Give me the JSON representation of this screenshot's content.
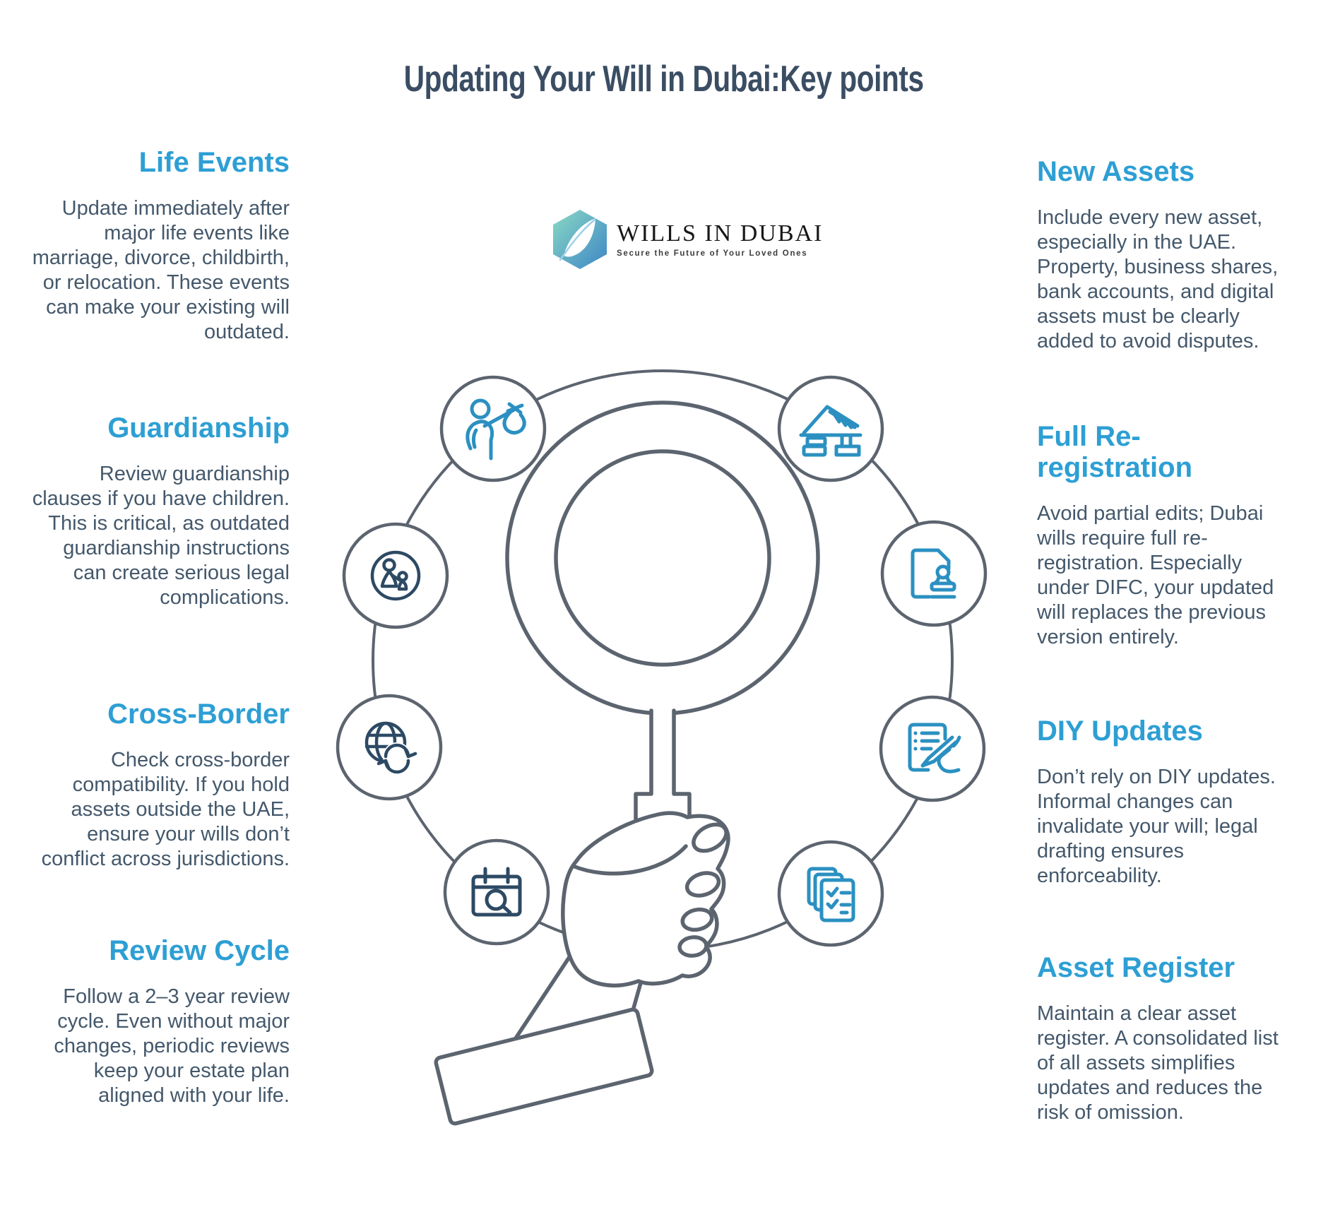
{
  "title": "Updating Your Will in Dubai:Key points",
  "logo": {
    "name": "WILLS IN DUBAI",
    "tagline": "Secure the Future of Your Loved Ones"
  },
  "left_sections": [
    {
      "heading": "Life Events",
      "body": "Update immediately after major life events like marriage, divorce, childbirth, or relocation. These events can make your existing will outdated."
    },
    {
      "heading": "Guardianship",
      "body": "Review guardianship clauses if you have children. This is critical, as outdated guardianship instructions can create serious legal complications."
    },
    {
      "heading": "Cross-Border",
      "body": "Check cross-border compatibility. If you hold assets outside the UAE, ensure your wills don’t conflict across jurisdictions."
    },
    {
      "heading": "Review Cycle",
      "body": "Follow a 2–3 year review cycle. Even without major changes, periodic reviews keep your estate plan aligned with your life."
    }
  ],
  "right_sections": [
    {
      "heading": "New Assets",
      "body": "Include every new asset, especially in the UAE. Property, business shares, bank accounts, and digital assets must be clearly added to avoid disputes."
    },
    {
      "heading": "Full Re-registration",
      "body": "Avoid partial edits; Dubai wills require full re-registration. Especially under DIFC, your updated will replaces the previous version entirely."
    },
    {
      "heading": "DIY Updates",
      "body": "Don’t rely on DIY updates. Informal changes can invalidate your will; legal drafting ensures enforceability."
    },
    {
      "heading": "Asset Register",
      "body": "Maintain a clear asset register. A consolidated list of all assets simplifies updates and reduces the risk of omission."
    }
  ],
  "diagram": {
    "icons": [
      "relocation-person",
      "new-property",
      "registration-stamp",
      "signing-document",
      "asset-checklist",
      "review-calendar",
      "cross-border-globe",
      "guardianship-family"
    ],
    "center_illustration": "hand-holding-magnifier"
  },
  "colors": {
    "accent_heading": "#2d9fd4",
    "body_text": "#44586b",
    "title_text": "#3a4d63",
    "icon_blue": "#2b90c1",
    "icon_navy": "#2d4a64",
    "outline_gray": "#5c646f",
    "logo_gradient_start": "#8ad9c4",
    "logo_gradient_end": "#3d86c6"
  }
}
